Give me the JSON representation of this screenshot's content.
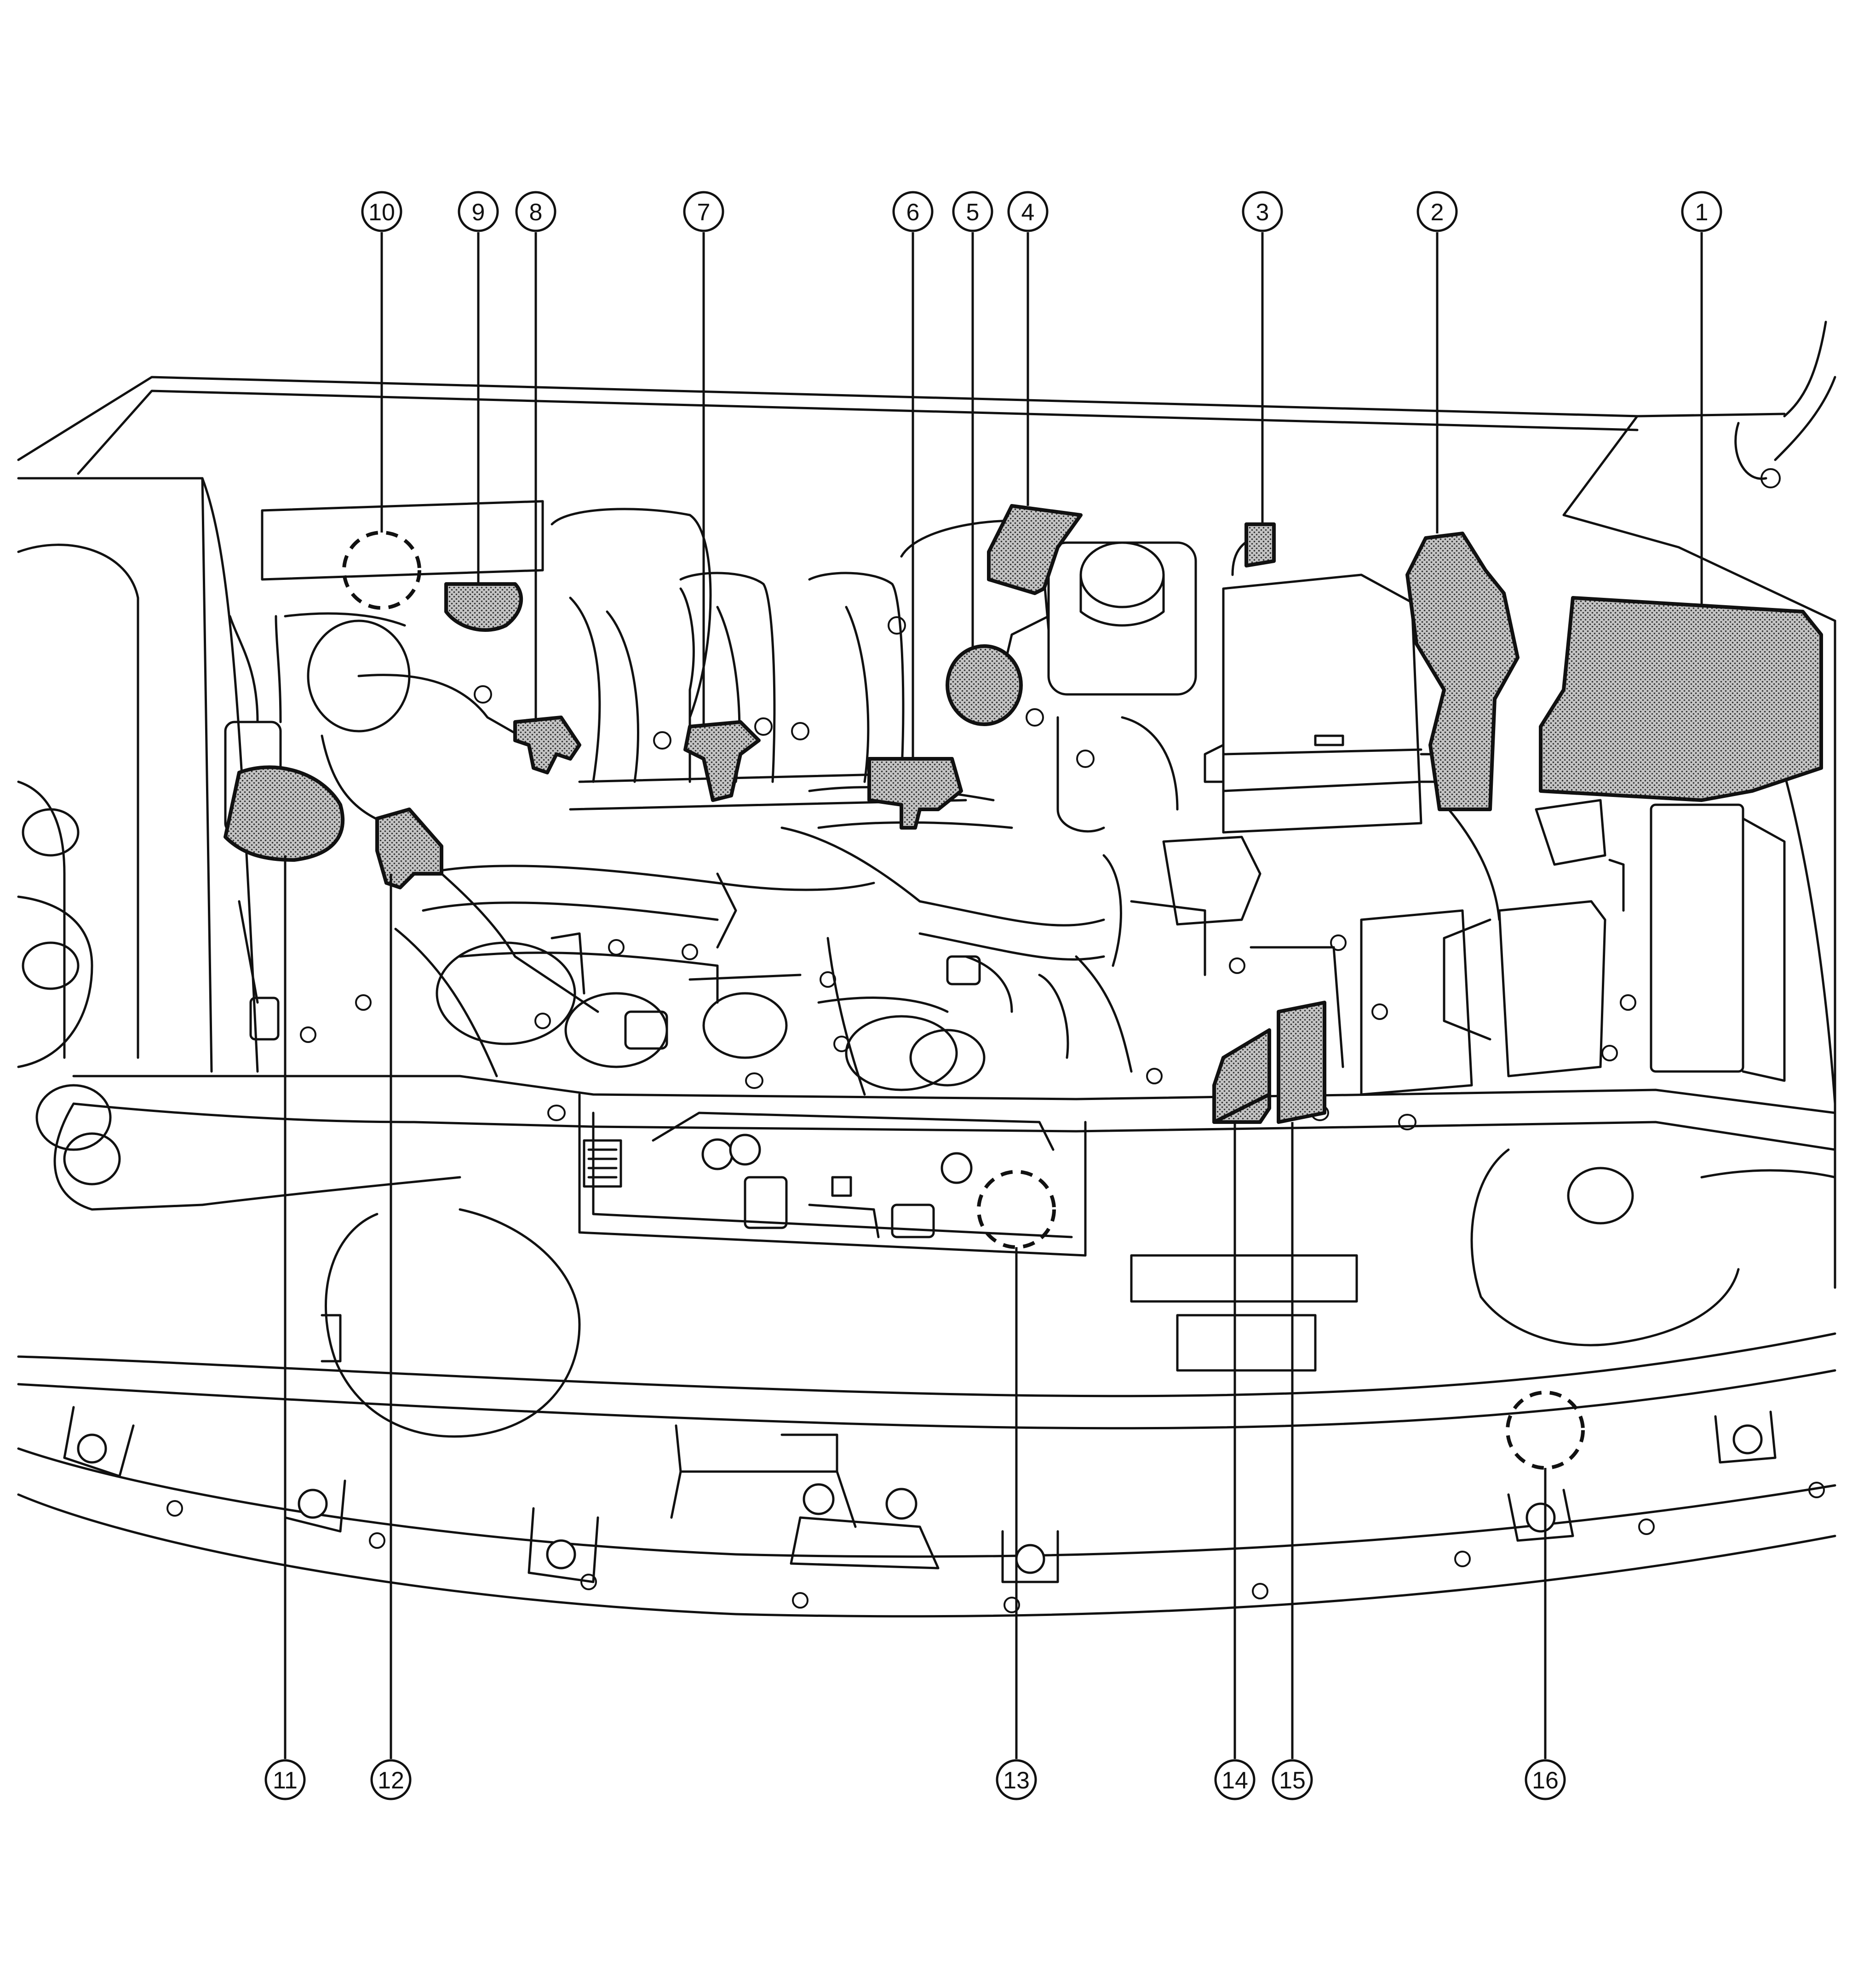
{
  "callouts": [
    {
      "id": "1",
      "label": "1"
    },
    {
      "id": "2",
      "label": "2"
    },
    {
      "id": "3",
      "label": "3"
    },
    {
      "id": "4",
      "label": "4"
    },
    {
      "id": "5",
      "label": "5"
    },
    {
      "id": "6",
      "label": "6"
    },
    {
      "id": "7",
      "label": "7"
    },
    {
      "id": "8",
      "label": "8"
    },
    {
      "id": "9",
      "label": "9"
    },
    {
      "id": "10",
      "label": "10"
    },
    {
      "id": "11",
      "label": "11"
    },
    {
      "id": "12",
      "label": "12"
    },
    {
      "id": "13",
      "label": "13"
    },
    {
      "id": "14",
      "label": "14"
    },
    {
      "id": "15",
      "label": "15"
    },
    {
      "id": "16",
      "label": "16"
    }
  ],
  "style": {
    "line_color": "#111111",
    "highlight_fill": "#9a9a9a",
    "background": "#ffffff"
  }
}
